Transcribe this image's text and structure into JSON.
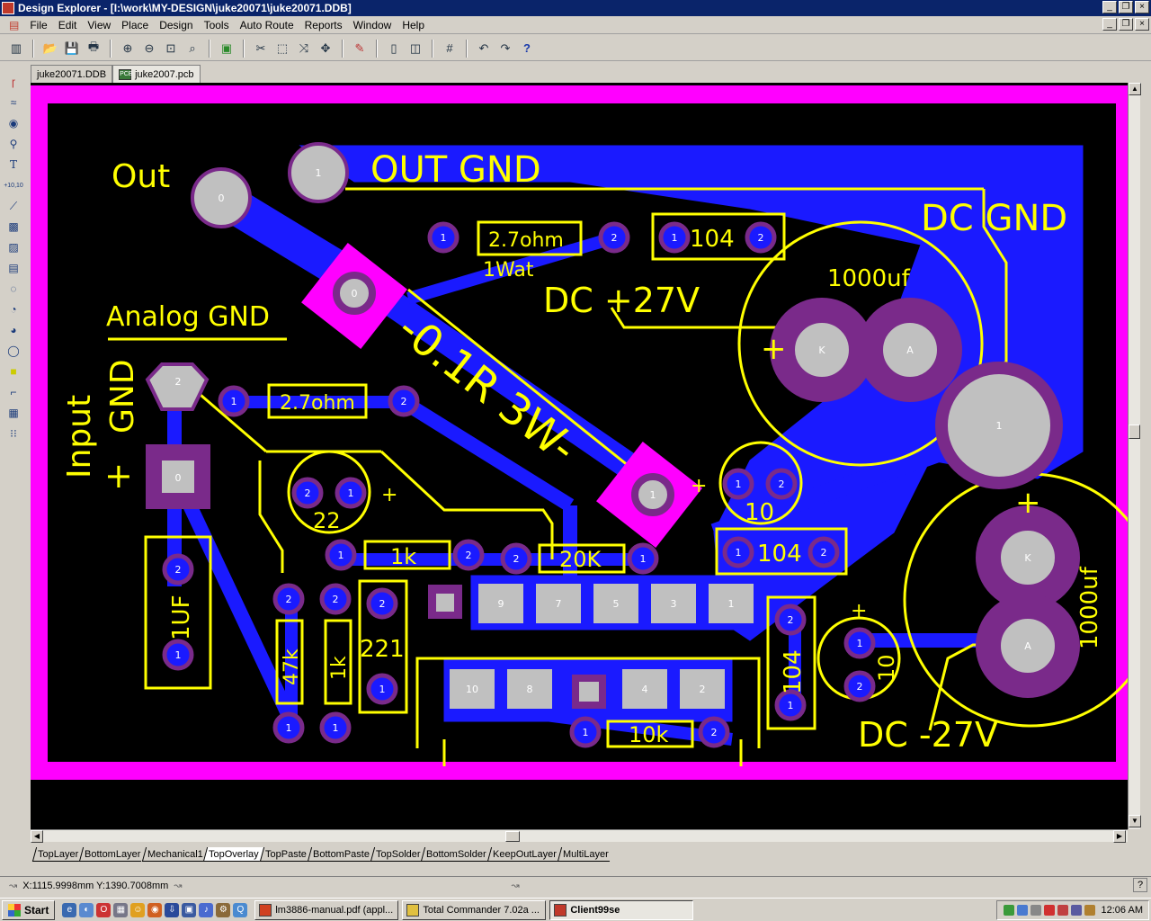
{
  "window": {
    "title": "Design Explorer - [I:\\work\\MY-DESIGN\\juke20071\\juke20071.DDB]"
  },
  "menu": [
    "File",
    "Edit",
    "View",
    "Place",
    "Design",
    "Tools",
    "Auto Route",
    "Reports",
    "Window",
    "Help"
  ],
  "doc_tabs": [
    {
      "label": "juke20071.DDB",
      "active": false
    },
    {
      "label": "juke2007.pcb",
      "active": true
    }
  ],
  "pcb": {
    "labels": {
      "out": "Out",
      "out_gnd": "OUT  GND",
      "dc_gnd": "DC  GND",
      "analog_gnd": "Analog GND",
      "input": "Input",
      "gnd": "GND",
      "plus": "+",
      "dc_pos": "DC  +27V",
      "dc_neg": "DC  -27V",
      "r1": "2.7ohm",
      "r1b": "1Wat",
      "r2": "2.7ohm",
      "c104a": "104",
      "c1000a": "1000uf",
      "c1000b": "1000uf",
      "rbig": "-0.1R  3W-",
      "c22": "22",
      "c10a": "10",
      "c10b": "10",
      "r1k_a": "1k",
      "r20k": "20K",
      "c104b": "104",
      "c1uf": "1UF",
      "r47k": "47k",
      "r1k_b": "1k",
      "r221": "221",
      "c104c": "104",
      "r10k": "10k"
    },
    "pads": {
      "p0": "0",
      "p1": "1",
      "p2": "2",
      "p3": "3",
      "p4": "4",
      "p5": "5",
      "p7": "7",
      "p8": "8",
      "p9": "9",
      "p10": "10",
      "pK": "K",
      "pA": "A"
    }
  },
  "layer_tabs": [
    {
      "label": "TopLayer",
      "active": false
    },
    {
      "label": "BottomLayer",
      "active": false
    },
    {
      "label": "Mechanical1",
      "active": false
    },
    {
      "label": "TopOverlay",
      "active": true
    },
    {
      "label": "TopPaste",
      "active": false
    },
    {
      "label": "BottomPaste",
      "active": false
    },
    {
      "label": "TopSolder",
      "active": false
    },
    {
      "label": "BottomSolder",
      "active": false
    },
    {
      "label": "KeepOutLayer",
      "active": false
    },
    {
      "label": "MultiLayer",
      "active": false
    }
  ],
  "status": {
    "coords": "X:1115.9998mm Y:1390.7008mm"
  },
  "taskbar": {
    "start": "Start",
    "tasks": [
      {
        "label": "lm3886-manual.pdf (appl...",
        "active": false
      },
      {
        "label": "Total Commander 7.02a ...",
        "active": false
      },
      {
        "label": "Client99se",
        "active": true
      }
    ],
    "clock": "12:06 AM"
  }
}
